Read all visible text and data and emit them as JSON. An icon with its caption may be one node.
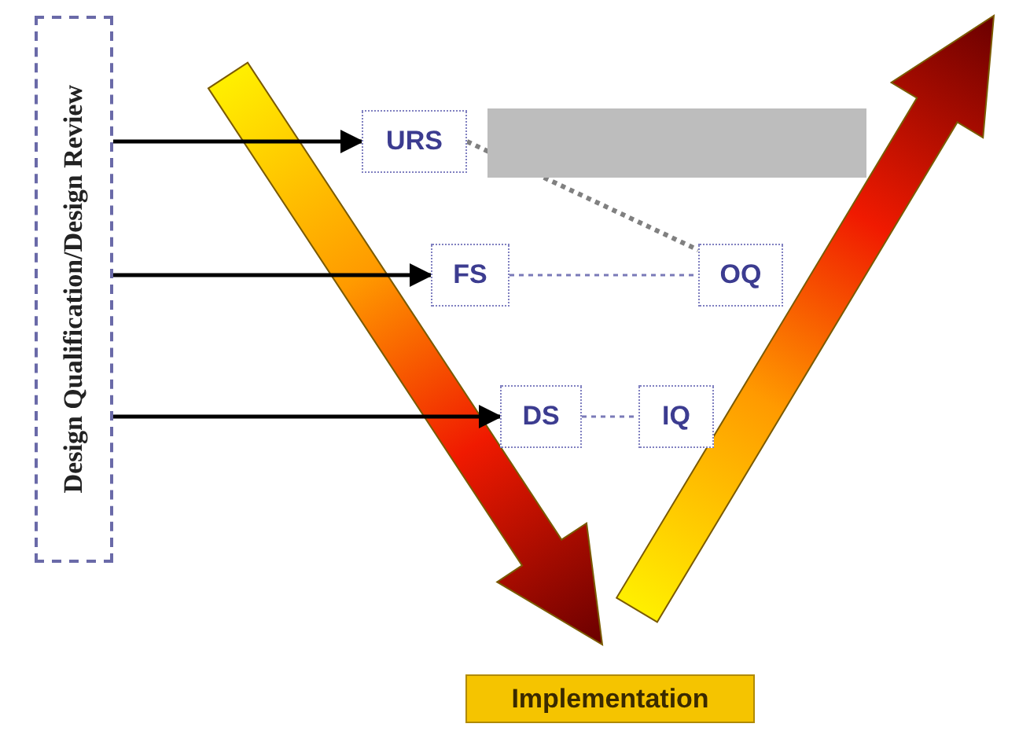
{
  "diagram": {
    "nodes": [
      {
        "text": [
          "Design Qualification/Design Review"
        ]
      },
      {
        "text": [
          "URS"
        ]
      },
      {
        "text": [
          "FS"
        ]
      },
      {
        "text": [
          "DS"
        ]
      },
      {
        "text": [
          "OQ"
        ]
      },
      {
        "text": [
          "IQ"
        ]
      },
      {
        "text": [
          "Implementation"
        ]
      }
    ],
    "edges": [
      {
        "from": 0,
        "to": 1,
        "arrow": "to"
      },
      {
        "from": 0,
        "to": 2,
        "arrow": "to"
      },
      {
        "from": 0,
        "to": 3,
        "arrow": "to"
      },
      {
        "from": 1,
        "to": 4,
        "arrow": "none",
        "style": "dashed",
        "color": "#808080"
      },
      {
        "from": 2,
        "to": 4,
        "arrow": "none",
        "style": "dashed",
        "color": "#7a7ab8"
      },
      {
        "from": 3,
        "to": 5,
        "arrow": "none",
        "style": "dashed",
        "color": "#7a7ab8"
      }
    ]
  }
}
